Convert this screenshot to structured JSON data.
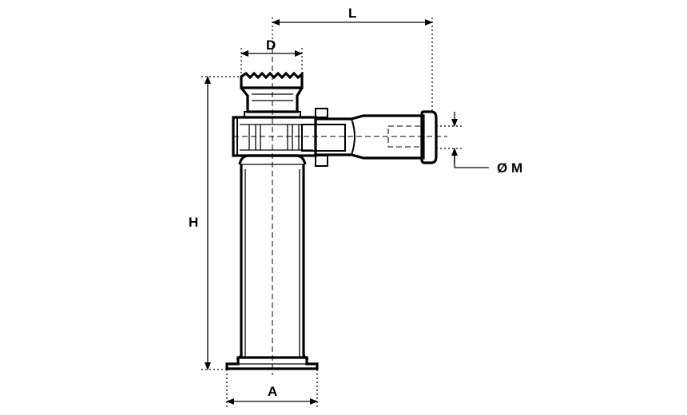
{
  "labels": {
    "L": "L",
    "D": "D",
    "H": "H",
    "M": "Ø M",
    "A": "A"
  }
}
